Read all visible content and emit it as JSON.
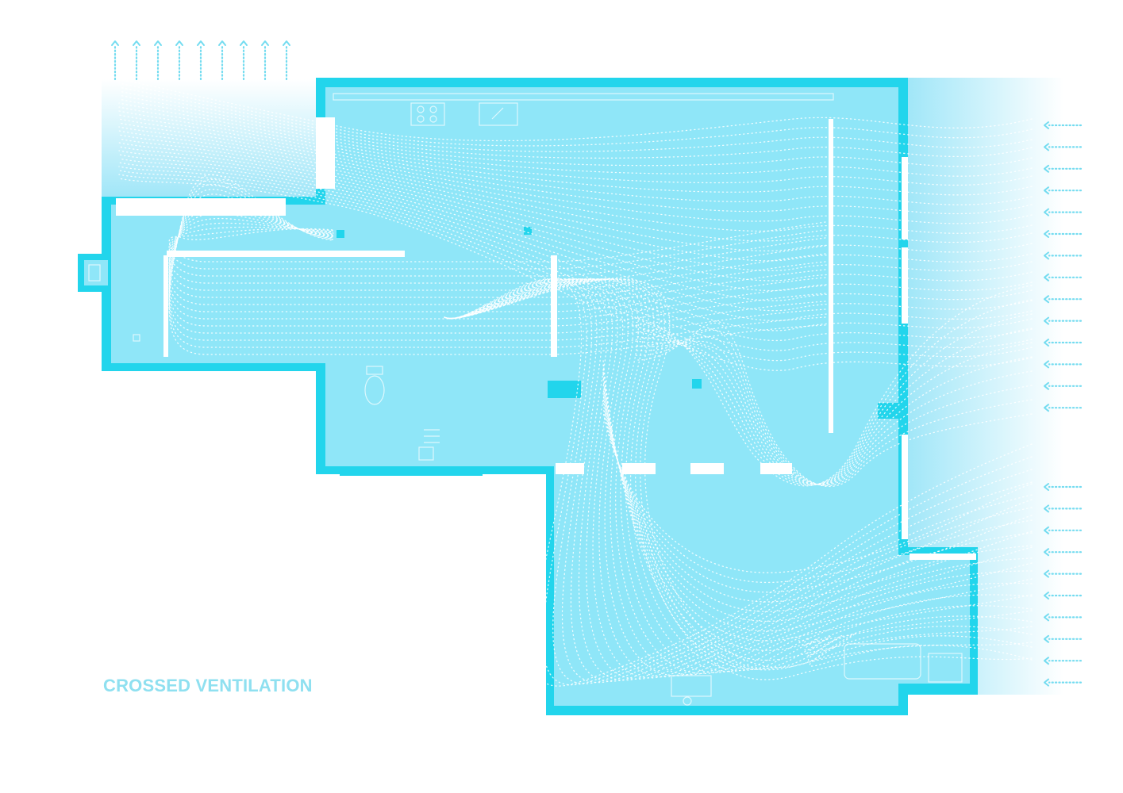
{
  "diagram": {
    "title": "CROSSED VENTILATION",
    "colors": {
      "wall": "#22d5ec",
      "floor": "#8fe6f8",
      "airflow": "#ffffff",
      "indicator_arrows": "#74dcf0",
      "title_text": "#8fe0f0"
    },
    "airflow_direction": "east-to-west",
    "inlet_arrow_rows": 24,
    "outlet_arrow_columns": 9,
    "icons": [
      "airflow-line-icon",
      "inlet-arrow-icon",
      "outlet-arrow-icon",
      "toilet-icon",
      "stove-icon",
      "sink-icon",
      "stair-icon"
    ]
  }
}
